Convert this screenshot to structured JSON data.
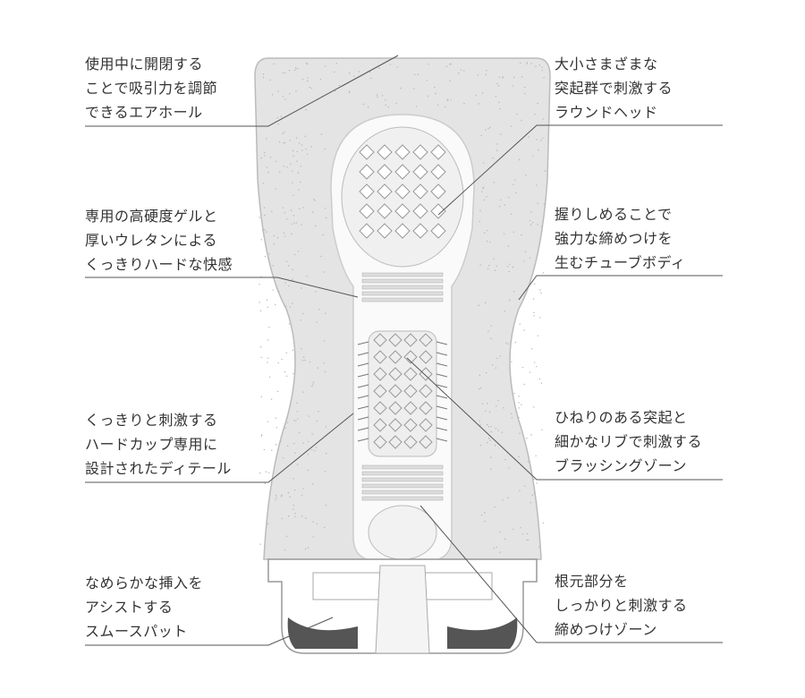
{
  "callouts_left": [
    {
      "lines": [
        "使用中に開閉する",
        "ことで吸引力を調節",
        "できるエアホール"
      ]
    },
    {
      "lines": [
        "専用の高硬度ゲルと",
        "厚いウレタンによる",
        "くっきりハードな快感"
      ]
    },
    {
      "lines": [
        "くっきりと刺激する",
        "ハードカップ専用に",
        "設計されたディテール"
      ]
    },
    {
      "lines": [
        "なめらかな挿入を",
        "アシストする",
        "スムースパット"
      ]
    }
  ],
  "callouts_right": [
    {
      "lines": [
        "大小さまざまな",
        "突起群で刺激する",
        "ラウンドヘッド"
      ]
    },
    {
      "lines": [
        "握りしめることで",
        "強力な締めつけを",
        "生むチューブボディ"
      ]
    },
    {
      "lines": [
        "ひねりのある突起と",
        "細かなリブで刺激する",
        "ブラッシングゾーン"
      ]
    },
    {
      "lines": [
        "根元部分を",
        "しっかりと刺激する",
        "締めつけゾーン"
      ]
    }
  ]
}
